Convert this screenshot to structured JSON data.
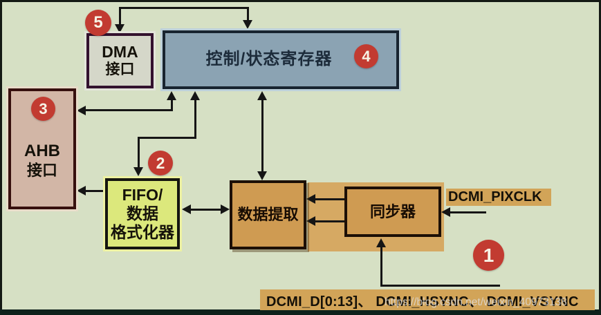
{
  "badges": {
    "one": "1",
    "two": "2",
    "three": "3",
    "four": "4",
    "five": "5"
  },
  "boxes": {
    "dma": {
      "title": "DMA",
      "subtitle": "接口"
    },
    "control": {
      "title": "控制/状态寄存器"
    },
    "ahb": {
      "title": "AHB",
      "subtitle": "接口"
    },
    "fifo": {
      "line1": "FIFO/",
      "line2": "数据",
      "line3": "格式化器"
    },
    "data_extract": {
      "title": "数据提取"
    },
    "synchronizer": {
      "title": "同步器"
    }
  },
  "signals": {
    "pixclk_label": "DCMI_PIXCLK",
    "data_signals_label": "DCMI_D[0:13]、 DCMI_HSYNC、 DCMI_VSYNC"
  },
  "watermark": {
    "text": "https://blog.csdn.net/weixin_40973138"
  },
  "colors": {
    "background": "#d6e0c4",
    "badge_red": "#c23b31",
    "control_fill": "#8ba3b3",
    "orange_fill": "#cf9b52",
    "orange_panel": "#d6a963",
    "signal_label_bg": "#d2a458",
    "fifo_fill": "#dce87c",
    "ahb_fill": "#d2b6a6",
    "dma_fill": "#d5d7c9",
    "frame_dark": "#141914"
  }
}
